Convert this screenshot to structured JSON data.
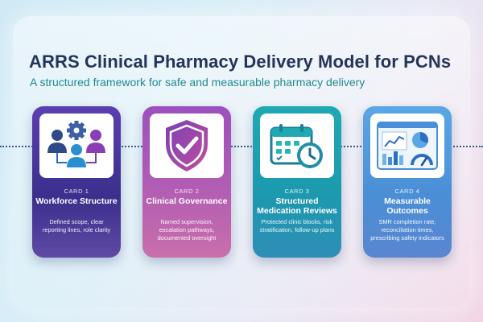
{
  "header": {
    "title": "ARRS Clinical Pharmacy Delivery Model for PCNs",
    "subtitle": "A structured framework for safe and measurable pharmacy delivery"
  },
  "cards": [
    {
      "number": "CARD 1",
      "title": "Workforce Structure",
      "description": "Defined scope, clear reporting lines, role clarity",
      "icon": "team-gear-icon",
      "accent": "#3a2f8d"
    },
    {
      "number": "CARD 2",
      "title": "Clinical Governance",
      "description": "Named supervision, escalation pathways, documented oversight",
      "icon": "shield-check-icon",
      "accent": "#b45fb2"
    },
    {
      "number": "CARD 3",
      "title": "Structured Medication Reviews",
      "description": "Protected clinic blocks, risk stratification, follow-up plans",
      "icon": "calendar-clock-icon",
      "accent": "#1c99ae"
    },
    {
      "number": "CARD 4",
      "title": "Measurable Outcomes",
      "description": "SMR completion rate, reconciliation times, prescribing safety indicators",
      "icon": "dashboard-chart-icon",
      "accent": "#4a8ed6"
    }
  ]
}
